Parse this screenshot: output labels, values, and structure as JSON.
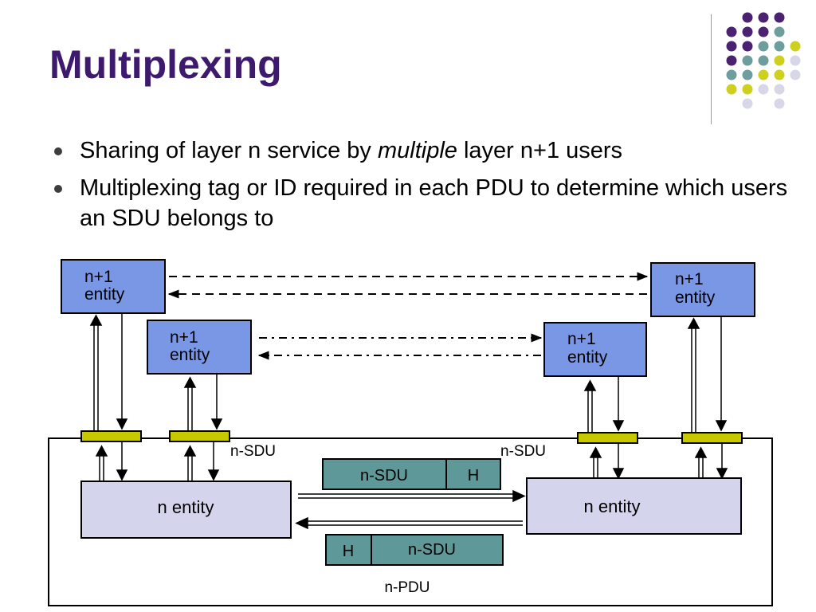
{
  "title": "Multiplexing",
  "bullets": [
    {
      "before": "Sharing of layer n service by ",
      "emphasis": "multiple",
      "after": " layer n+1 users"
    },
    {
      "before": "Multiplexing tag or ID required in each PDU to determine which users an SDU belongs to",
      "emphasis": "",
      "after": ""
    }
  ],
  "diagram": {
    "upper_entity_line1": "n+1",
    "upper_entity_line2": "entity",
    "lower_entity": "n entity",
    "sdu_label": "n-SDU",
    "header_label": "H",
    "pdu_label": "n-PDU"
  },
  "colors": {
    "title": "#3d1a6e",
    "upper_entity_fill": "#7a97e6",
    "lower_entity_fill": "#d4d4ec",
    "sap_fill": "#c8c800",
    "pdu_fill": "#5f9898",
    "dot_purple": "#4b2271",
    "dot_teal": "#6e9d9d",
    "dot_yellow": "#cfcf1f",
    "dot_lavender": "#d7d7e8"
  }
}
